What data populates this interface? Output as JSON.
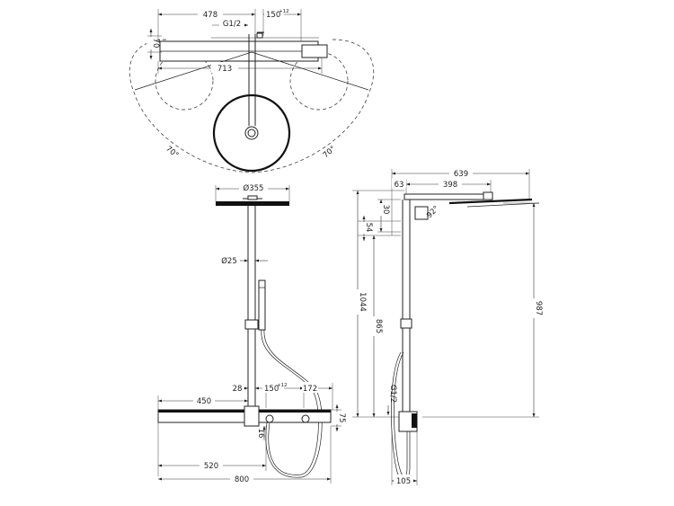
{
  "dimensions": {
    "top_478": "478",
    "top_g12": "G1/2",
    "top_150": "150",
    "top_150_sup": "+12",
    "top_70": "70",
    "top_713": "713",
    "angle_left": "70°",
    "angle_right": "70°",
    "diameter_355": "Ø355",
    "diameter_25": "Ø25",
    "bottom_28": "28",
    "bottom_150": "150",
    "bottom_150_sup": "+12",
    "bottom_172": "172",
    "bottom_450": "450",
    "bottom_75": "75",
    "bottom_16": "16",
    "bottom_520": "520",
    "bottom_800": "800",
    "side_639": "639",
    "side_63": "63",
    "side_398": "398",
    "side_30": "30",
    "side_92": "92°",
    "side_54": "54",
    "side_1044": "1044",
    "side_865": "865",
    "side_987": "987",
    "side_g12": "G1/2",
    "side_105": "105"
  }
}
